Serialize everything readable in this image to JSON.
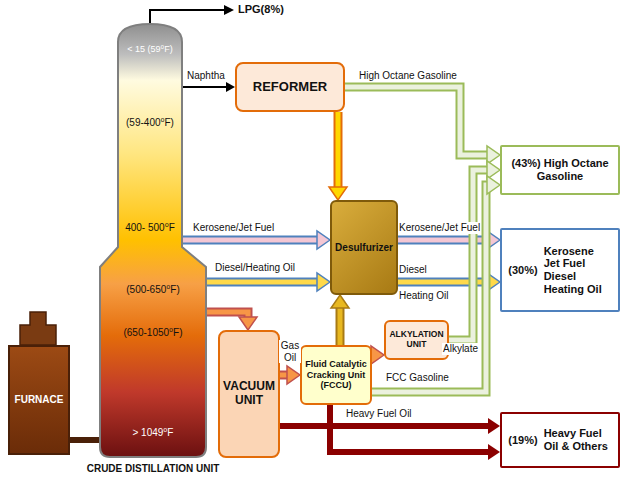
{
  "diagram": {
    "nodes": [
      {
        "text": [
          "< 15 (59⁰F)",
          "(59-400⁰F)",
          "400- 500⁰F",
          "(500-650⁰F)",
          "(650-1050⁰F)",
          "> 1049⁰F",
          "CRUDE DISTILLATION UNIT"
        ]
      },
      {
        "text": [
          "REFORMER"
        ]
      },
      {
        "text": [
          "Desulfurizer"
        ]
      },
      {
        "text": [
          "VACUUM UNIT"
        ]
      },
      {
        "text": [
          "Fluid Catalytic Cracking Unit (FCCU)"
        ]
      },
      {
        "text": [
          "ALKYLATION UNIT"
        ]
      },
      {
        "text": [
          "(43%) High Octane Gasoline"
        ]
      },
      {
        "text": [
          "(30%)",
          "Kerosene Jet Fuel Diesel Heating Oil"
        ]
      },
      {
        "text": [
          "(19%)",
          "Heavy Fuel Oil & Others"
        ]
      },
      {
        "text": [
          "FURNACE"
        ]
      }
    ],
    "edges": [
      {
        "from": 0,
        "to": 1,
        "label": "Naphtha",
        "arrow": "to"
      },
      {
        "from": 0,
        "to": 2,
        "label": "Kerosene/Jet Fuel",
        "arrow": "to"
      },
      {
        "from": 0,
        "to": 2,
        "label": "Diesel/Heating Oil",
        "arrow": "to"
      },
      {
        "from": 0,
        "to": 3,
        "arrow": "to"
      },
      {
        "from": 9,
        "to": 0,
        "arrow": "none"
      },
      {
        "from": 3,
        "to": 4,
        "label": "Gas Oil",
        "arrow": "to"
      },
      {
        "from": 3,
        "to": 8,
        "label": "Heavy Fuel Oil",
        "arrow": "to"
      },
      {
        "from": 1,
        "to": 6,
        "label": "High Octane Gasoline",
        "arrow": "to"
      },
      {
        "from": 1,
        "to": 2,
        "arrow": "to"
      },
      {
        "from": 2,
        "to": 7,
        "label": "Kerosene/Jet Fuel",
        "arrow": "to"
      },
      {
        "from": 2,
        "to": 7,
        "label": "Diesel",
        "arrow": "to"
      },
      {
        "from": 4,
        "to": 2,
        "arrow": "to"
      },
      {
        "from": 4,
        "to": 5,
        "arrow": "to"
      },
      {
        "from": 5,
        "to": 6,
        "label": "Alkylate",
        "arrow": "to"
      },
      {
        "from": 4,
        "to": 6,
        "label": "FCC Gasoline",
        "arrow": "to"
      },
      {
        "from": 4,
        "to": 8,
        "arrow": "to"
      }
    ],
    "labels": [
      "LPG(8%)",
      "Heating Oil"
    ]
  }
}
